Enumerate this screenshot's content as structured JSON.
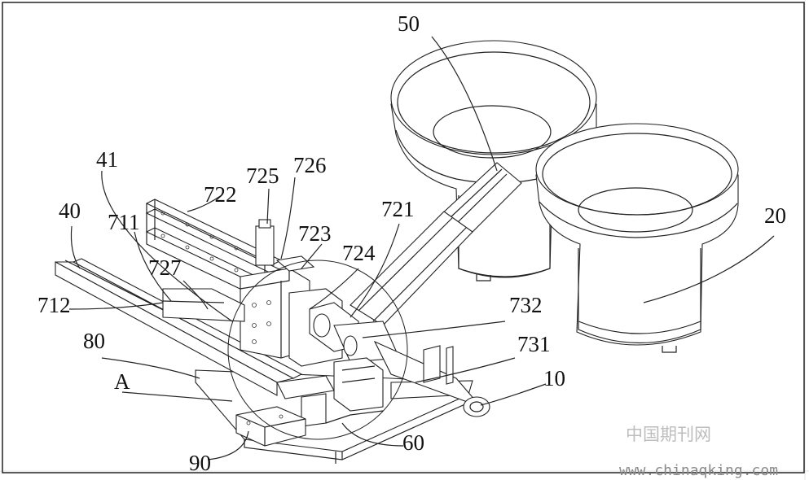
{
  "labels": {
    "l50": "50",
    "l41": "41",
    "l725": "725",
    "l726": "726",
    "l722": "722",
    "l721": "721",
    "l20": "20",
    "l40": "40",
    "l711": "711",
    "l723": "723",
    "l724": "724",
    "l727": "727",
    "l712": "712",
    "l732": "732",
    "l80": "80",
    "l731": "731",
    "l10": "10",
    "lA": "A",
    "l60": "60",
    "l90": "90"
  },
  "watermark": {
    "cn": "中国期刊网",
    "url": "www.chinaqking.com"
  }
}
